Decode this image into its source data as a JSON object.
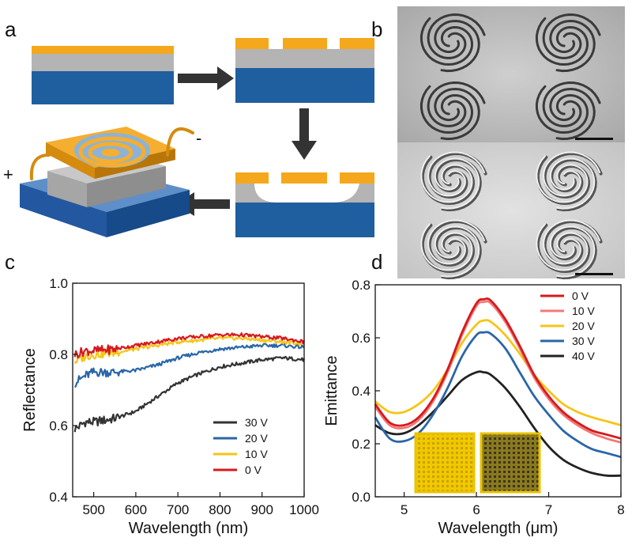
{
  "panels": {
    "a": "a",
    "b": "b",
    "c": "c",
    "d": "d"
  },
  "schematic": {
    "plus": "+",
    "minus": "-",
    "colors": {
      "gold": "#F5A81C",
      "gray": "#B4B4B4",
      "blue": "#1F5FA0",
      "arrow": "#333333"
    }
  },
  "chart_data": [
    {
      "panel": "c",
      "type": "line",
      "xlabel": "Wavelength (nm)",
      "ylabel": "Reflectance",
      "xlim": [
        450,
        1000
      ],
      "ylim": [
        0.4,
        1.0
      ],
      "xticks": [
        500,
        600,
        700,
        800,
        900,
        1000
      ],
      "yticks": [
        0.4,
        0.6,
        0.8,
        1.0
      ],
      "ytick_labels": [
        "0.4",
        "0.6",
        "0.8",
        "1.0"
      ],
      "legend_position": "lower-right",
      "x": [
        455,
        480,
        500,
        550,
        600,
        650,
        700,
        750,
        800,
        850,
        900,
        950,
        1000
      ],
      "series": [
        {
          "name": "30 V",
          "color": "#333333",
          "values": [
            0.59,
            0.61,
            0.61,
            0.62,
            0.64,
            0.68,
            0.72,
            0.745,
            0.765,
            0.775,
            0.785,
            0.79,
            0.785
          ]
        },
        {
          "name": "20 V",
          "color": "#2A66A8",
          "values": [
            0.72,
            0.74,
            0.75,
            0.75,
            0.755,
            0.77,
            0.79,
            0.805,
            0.815,
            0.82,
            0.825,
            0.825,
            0.82
          ]
        },
        {
          "name": "10 V",
          "color": "#F5C518",
          "values": [
            0.78,
            0.795,
            0.8,
            0.805,
            0.815,
            0.825,
            0.835,
            0.84,
            0.845,
            0.845,
            0.84,
            0.835,
            0.83
          ]
        },
        {
          "name": "0 V",
          "color": "#D7191C",
          "values": [
            0.8,
            0.81,
            0.81,
            0.815,
            0.825,
            0.835,
            0.845,
            0.85,
            0.855,
            0.855,
            0.85,
            0.845,
            0.835
          ]
        }
      ]
    },
    {
      "panel": "d",
      "type": "line",
      "xlabel": "Wavelength (μm)",
      "ylabel": "Emittance",
      "xlim": [
        4.6,
        8
      ],
      "ylim": [
        0.0,
        0.8
      ],
      "xticks": [
        5,
        6,
        7,
        8
      ],
      "yticks": [
        0.0,
        0.2,
        0.4,
        0.6,
        0.8
      ],
      "ytick_labels": [
        "0.0",
        "0.2",
        "0.4",
        "0.6",
        "0.8"
      ],
      "legend_position": "top-right",
      "x": [
        4.6,
        4.8,
        5.0,
        5.2,
        5.4,
        5.6,
        5.8,
        6.0,
        6.1,
        6.2,
        6.4,
        6.6,
        6.8,
        7.0,
        7.2,
        7.4,
        7.6,
        7.8,
        8.0
      ],
      "series": [
        {
          "name": "0 V",
          "color": "#D7191C",
          "values": [
            0.35,
            0.28,
            0.27,
            0.3,
            0.37,
            0.48,
            0.62,
            0.73,
            0.745,
            0.74,
            0.67,
            0.57,
            0.46,
            0.38,
            0.32,
            0.28,
            0.25,
            0.235,
            0.22
          ]
        },
        {
          "name": "10 V",
          "color": "#F07878",
          "values": [
            0.34,
            0.27,
            0.26,
            0.29,
            0.36,
            0.47,
            0.61,
            0.72,
            0.735,
            0.73,
            0.66,
            0.56,
            0.45,
            0.37,
            0.31,
            0.27,
            0.24,
            0.22,
            0.205
          ]
        },
        {
          "name": "20 V",
          "color": "#F5C518",
          "values": [
            0.36,
            0.32,
            0.32,
            0.35,
            0.4,
            0.48,
            0.58,
            0.65,
            0.665,
            0.66,
            0.61,
            0.54,
            0.46,
            0.4,
            0.35,
            0.32,
            0.3,
            0.285,
            0.27
          ]
        },
        {
          "name": "30 V",
          "color": "#2A66A8",
          "values": [
            0.3,
            0.22,
            0.21,
            0.24,
            0.31,
            0.41,
            0.53,
            0.61,
            0.62,
            0.615,
            0.56,
            0.47,
            0.38,
            0.31,
            0.25,
            0.21,
            0.18,
            0.165,
            0.15
          ]
        },
        {
          "name": "40 V",
          "color": "#222222",
          "values": [
            0.27,
            0.24,
            0.24,
            0.27,
            0.32,
            0.38,
            0.44,
            0.47,
            0.47,
            0.46,
            0.41,
            0.34,
            0.26,
            0.19,
            0.14,
            0.11,
            0.09,
            0.08,
            0.08
          ]
        }
      ]
    }
  ]
}
